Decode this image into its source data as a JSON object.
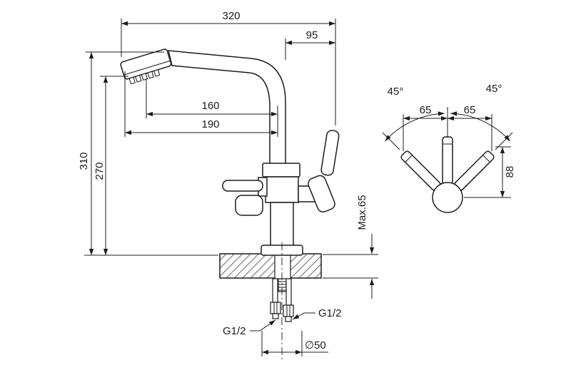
{
  "colors": {
    "line": "#1c1c1c",
    "background": "#ffffff",
    "hatch": "#7a7a7a"
  },
  "side_view": {
    "dim_width_total": "320",
    "dim_handle_offset": "95",
    "dim_spout_reach_inner": "160",
    "dim_spout_reach_outer": "190",
    "dim_height_total": "310",
    "dim_height_spout": "270",
    "dim_counter_thickness": "Max.65",
    "thread_label_right": "G1/2",
    "thread_label_left": "G1/2",
    "dim_base_diameter": "∅50"
  },
  "top_view": {
    "angle_left": "45°",
    "angle_right": "45°",
    "dim_left_spread": "65",
    "dim_right_spread": "65",
    "dim_handle_length": "88"
  }
}
